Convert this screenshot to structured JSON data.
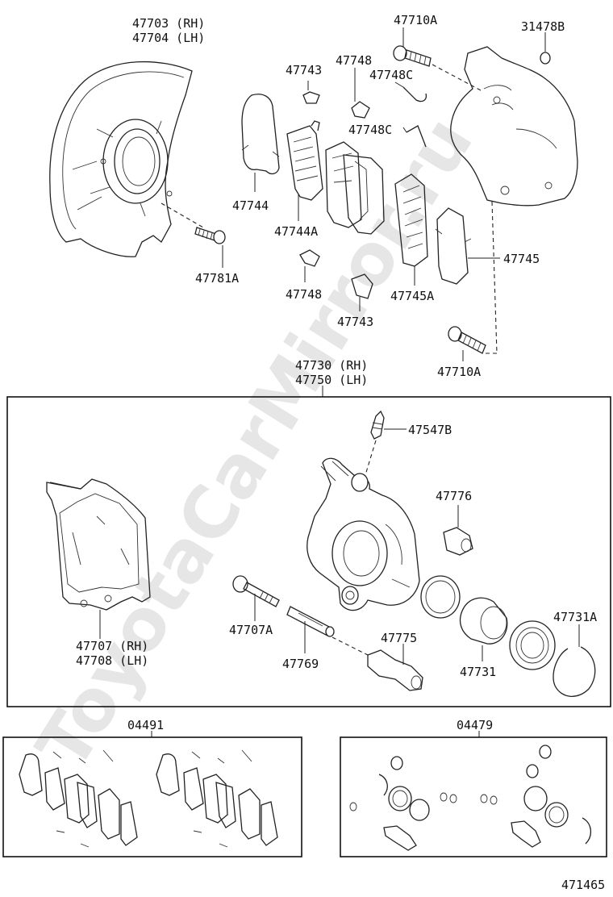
{
  "watermark": "ToyotaCarMirror.ru",
  "labels": {
    "backing_plate": [
      "47703 (RH)",
      "47704 (LH)"
    ],
    "p47710A_top": "47710A",
    "p31478B": "31478B",
    "p47743_top": "47743",
    "p47748_top": "47748",
    "p47748C_a": "47748C",
    "p47748C_b": "47748C",
    "p47744": "47744",
    "p47744A": "47744A",
    "p47781A": "47781A",
    "p47748_bottom": "47748",
    "p47743_bottom": "47743",
    "p47745A": "47745A",
    "p47745": "47745",
    "p47710A_bottom": "47710A",
    "cylinder_assy": [
      "47730 (RH)",
      "47750 (LH)"
    ],
    "p47547B": "47547B",
    "p47776": "47776",
    "p47731A": "47731A",
    "p47707A": "47707A",
    "p47769": "47769",
    "p47775": "47775",
    "p47731": "47731",
    "caliper_frame": [
      "47707 (RH)",
      "47708 (LH)"
    ],
    "kit_pads": "04491",
    "kit_cylinder": "04479",
    "diagram_id": "471465"
  }
}
